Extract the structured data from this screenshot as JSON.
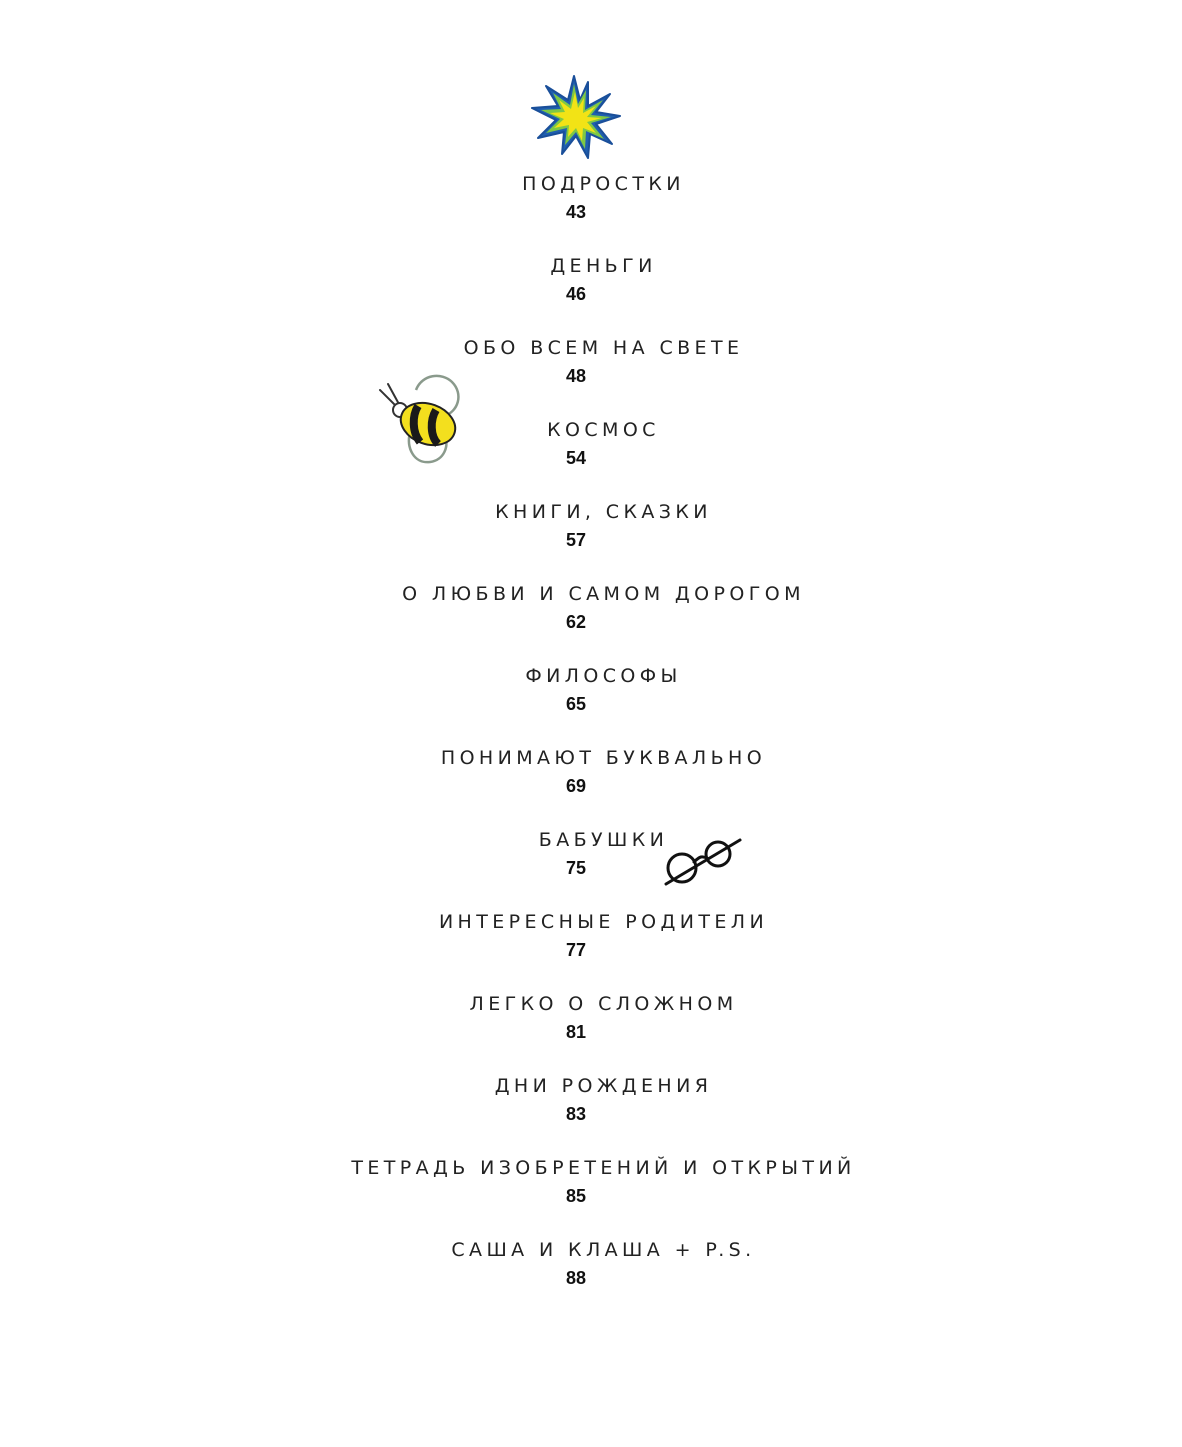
{
  "toc": {
    "entries": [
      {
        "title": "ПОДРОСТКИ",
        "page": "43"
      },
      {
        "title": "ДЕНЬГИ",
        "page": "46"
      },
      {
        "title": "ОБО ВСЕМ НА СВЕТЕ",
        "page": "48"
      },
      {
        "title": "КОСМОС",
        "page": "54"
      },
      {
        "title": "КНИГИ, СКАЗКИ",
        "page": "57"
      },
      {
        "title": "О ЛЮБВИ И САМОМ ДОРОГОМ",
        "page": "62"
      },
      {
        "title": "ФИЛОСОФЫ",
        "page": "65"
      },
      {
        "title": "ПОНИМАЮТ БУКВАЛЬНО",
        "page": "69"
      },
      {
        "title": "БАБУШКИ",
        "page": "75"
      },
      {
        "title": "ИНТЕРЕСНЫЕ РОДИТЕЛИ",
        "page": "77"
      },
      {
        "title": "ЛЕГКО О СЛОЖНОМ",
        "page": "81"
      },
      {
        "title": "ДНИ РОЖДЕНИЯ",
        "page": "83"
      },
      {
        "title": "ТЕТРАДЬ ИЗОБРЕТЕНИЙ И ОТКРЫТИЙ",
        "page": "85"
      },
      {
        "title": "САША И КЛАША + P.S.",
        "page": "88"
      }
    ]
  },
  "illustrations": {
    "star": {
      "icon": "star-doodle-icon",
      "colors": {
        "fill": "#f2e316",
        "outline": "#1f5fb0",
        "accent": "#7ec845"
      }
    },
    "bee": {
      "icon": "bee-doodle-icon",
      "colors": {
        "body": "#f3df1e",
        "stripes": "#1a1a1a",
        "wings": "#9aa59b"
      }
    },
    "glasses": {
      "icon": "glasses-doodle-icon",
      "colors": {
        "frame": "#111111"
      }
    }
  }
}
